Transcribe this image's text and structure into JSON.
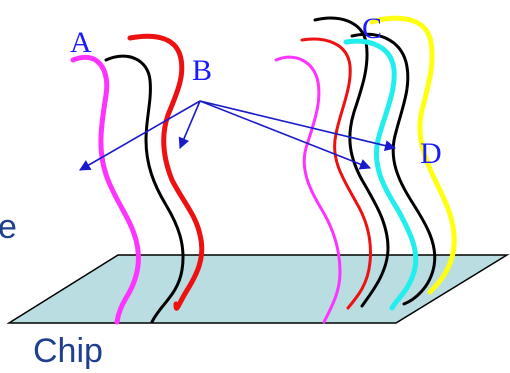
{
  "labels": {
    "a": "A",
    "b": "B",
    "c": "C",
    "d": "D",
    "chip": "Chip",
    "partial_text": "e"
  },
  "colors": {
    "magenta_strand": "#ff33ff",
    "red_strand": "#ee1111",
    "black_strand": "#000000",
    "cyan_strand": "#22eeee",
    "yellow_strand": "#ffff11",
    "chip_fill": "#b9dde0",
    "arrow": "#1a1acc",
    "letter_labels": "#1a1aff",
    "chip_label": "#1f3f8f"
  }
}
